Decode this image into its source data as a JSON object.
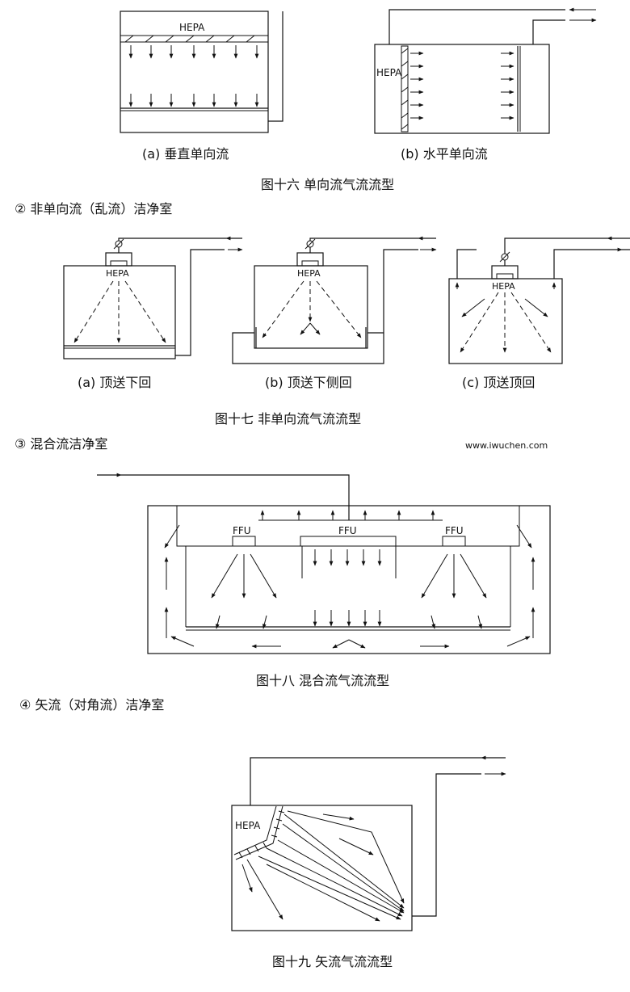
{
  "fig16": {
    "a_box_label": "HEPA",
    "b_box_label": "HEPA",
    "a_caption": "(a) 垂直单向流",
    "b_caption": "(b) 水平单向流",
    "figure_caption": "图十六   单向流气流流型"
  },
  "section2": {
    "heading": "②  非单向流（乱流）洁净室"
  },
  "fig17": {
    "a_label": "HEPA",
    "b_label": "HEPA",
    "c_label": "HEPA",
    "a_caption": "(a) 顶送下回",
    "b_caption": "(b) 顶送下侧回",
    "c_caption": "(c) 顶送顶回",
    "figure_caption": "图十七   非单向流气流流型"
  },
  "section3": {
    "heading": "③  混合流洁净室",
    "website": "www.iwuchen.com"
  },
  "fig18": {
    "ffu_left": "FFU",
    "ffu_center": "FFU",
    "ffu_right": "FFU",
    "figure_caption": "图十八   混合流气流流型"
  },
  "section4": {
    "heading": "④  矢流（对角流）洁净室"
  },
  "fig19": {
    "hepa_label": "HEPA",
    "figure_caption": "图十九   矢流气流流型"
  }
}
